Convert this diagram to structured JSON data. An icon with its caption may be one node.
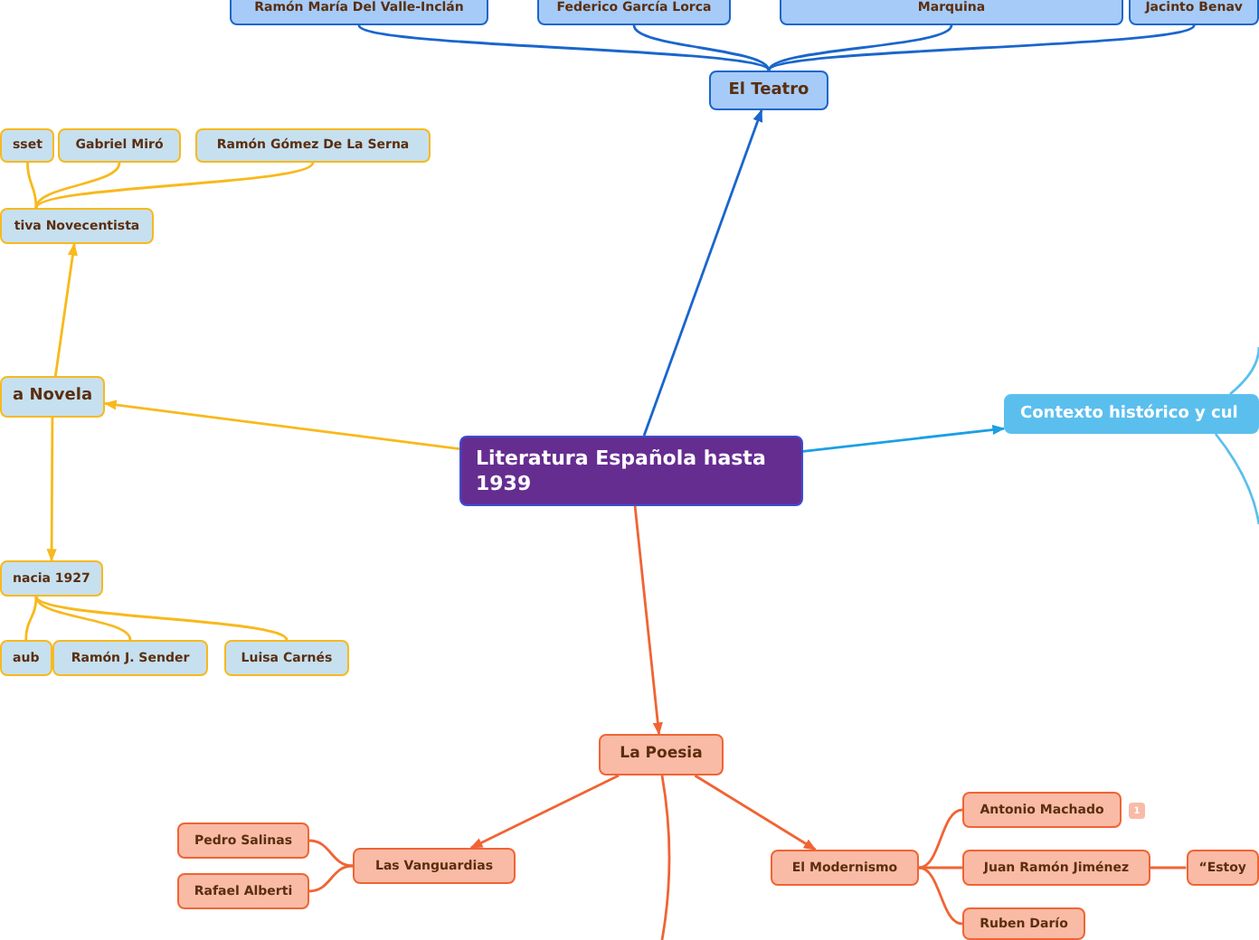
{
  "diagram": {
    "nodes": [
      {
        "text": [
          "Literatura Española hasta 1939"
        ]
      },
      {
        "text": [
          "El Teatro"
        ]
      },
      {
        "text": [
          "Ramón María Del Valle-Inclán"
        ]
      },
      {
        "text": [
          "Federico García Lorca"
        ]
      },
      {
        "text": [
          "Marquina"
        ]
      },
      {
        "text": [
          "Jacinto Benav"
        ]
      },
      {
        "text": [
          "Contexto histórico y cul"
        ]
      },
      {
        "text": [
          "a Novela"
        ]
      },
      {
        "text": [
          "tiva Novecentista"
        ]
      },
      {
        "text": [
          "sset"
        ]
      },
      {
        "text": [
          "Gabriel Miró"
        ]
      },
      {
        "text": [
          "Ramón Gómez De La Serna"
        ]
      },
      {
        "text": [
          "nacia 1927"
        ]
      },
      {
        "text": [
          "aub"
        ]
      },
      {
        "text": [
          "Ramón J. Sender"
        ]
      },
      {
        "text": [
          "Luisa Carnés"
        ]
      },
      {
        "text": [
          "La Poesia"
        ]
      },
      {
        "text": [
          "Las Vanguardias"
        ]
      },
      {
        "text": [
          "Pedro Salinas"
        ]
      },
      {
        "text": [
          "Rafael Alberti"
        ]
      },
      {
        "text": [
          "El Modernismo"
        ]
      },
      {
        "text": [
          "Antonio Machado"
        ]
      },
      {
        "text": [
          "Juan Ramón Jiménez"
        ]
      },
      {
        "text": [
          "Ruben Darío"
        ]
      },
      {
        "text": [
          "“Estoy"
        ]
      }
    ],
    "edges": [
      {
        "from": 0,
        "to": 1,
        "arrow": "to",
        "color": "#1a66cc"
      },
      {
        "from": 1,
        "to": 2,
        "arrow": "none",
        "color": "#1a66cc"
      },
      {
        "from": 1,
        "to": 3,
        "arrow": "none",
        "color": "#1a66cc"
      },
      {
        "from": 1,
        "to": 4,
        "arrow": "none",
        "color": "#1a66cc"
      },
      {
        "from": 1,
        "to": 5,
        "arrow": "none",
        "color": "#1a66cc"
      },
      {
        "from": 0,
        "to": 6,
        "arrow": "to",
        "color": "#1ba0e2"
      },
      {
        "from": 6,
        "to": null,
        "arrow": "none",
        "color": "#5bbfee"
      },
      {
        "from": 6,
        "to": null,
        "arrow": "none",
        "color": "#5bbfee"
      },
      {
        "from": 0,
        "to": 7,
        "arrow": "to",
        "color": "#f8b91c"
      },
      {
        "from": 7,
        "to": 8,
        "arrow": "to",
        "color": "#f8b91c"
      },
      {
        "from": 8,
        "to": 9,
        "arrow": "none",
        "color": "#f8b91c"
      },
      {
        "from": 8,
        "to": 10,
        "arrow": "none",
        "color": "#f8b91c"
      },
      {
        "from": 8,
        "to": 11,
        "arrow": "none",
        "color": "#f8b91c"
      },
      {
        "from": 7,
        "to": 12,
        "arrow": "to",
        "color": "#f8b91c"
      },
      {
        "from": 12,
        "to": 13,
        "arrow": "none",
        "color": "#f8b91c"
      },
      {
        "from": 12,
        "to": 14,
        "arrow": "none",
        "color": "#f8b91c"
      },
      {
        "from": 12,
        "to": 15,
        "arrow": "none",
        "color": "#f8b91c"
      },
      {
        "from": 0,
        "to": 16,
        "arrow": "to"
      },
      {
        "from": 16,
        "to": 17,
        "arrow": "to"
      },
      {
        "from": 16,
        "to": 20,
        "arrow": "to"
      },
      {
        "from": 16,
        "to": null,
        "arrow": "none"
      },
      {
        "from": 17,
        "to": 18,
        "arrow": "none"
      },
      {
        "from": 17,
        "to": 19,
        "arrow": "none"
      },
      {
        "from": 20,
        "to": 21,
        "arrow": "none"
      },
      {
        "from": 20,
        "to": 22,
        "arrow": "none"
      },
      {
        "from": 20,
        "to": 23,
        "arrow": "none"
      },
      {
        "from": 22,
        "to": 24,
        "arrow": "none"
      }
    ],
    "labels": [
      "1"
    ]
  }
}
